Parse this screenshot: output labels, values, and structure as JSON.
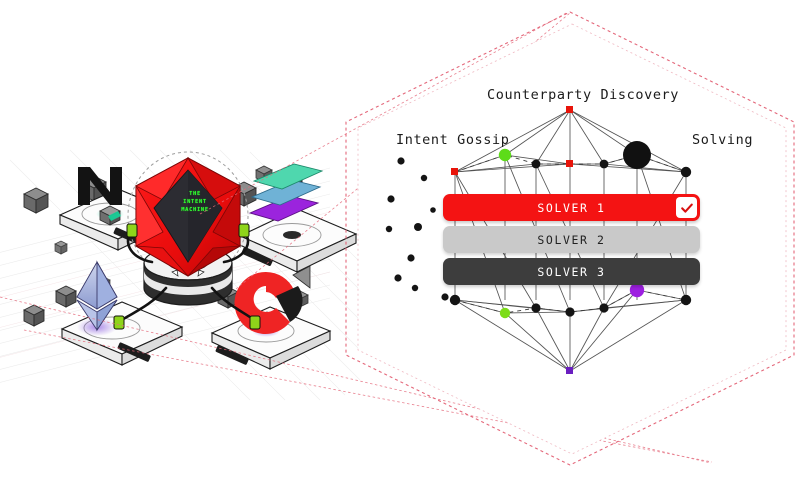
{
  "scene": {
    "title": "The Intent Machine — Counterparty Discovery / Solving diagram",
    "background": "#ffffff"
  },
  "machine": {
    "label_line1": "THE",
    "label_line2": "INTENT",
    "label_line3": "MACHINE",
    "label_color": "#33ff33",
    "body_color": "#f11212"
  },
  "chains": [
    {
      "id": "near",
      "name": "near-logo",
      "position": "top-left",
      "color": "#1f1f1f"
    },
    {
      "id": "layers",
      "name": "stacked-layers",
      "position": "top-right",
      "colors": [
        "#4ddbb0",
        "#6fb7d8",
        "#a23be0"
      ]
    },
    {
      "id": "ethereum",
      "name": "ethereum-logo",
      "position": "bottom-left",
      "color": "#8f9fd4"
    },
    {
      "id": "osmosis",
      "name": "osmosis-logo",
      "position": "bottom-right",
      "color": "#ee2222"
    }
  ],
  "network": {
    "labels": {
      "counterparty": "Counterparty Discovery",
      "gossip": "Intent Gossip",
      "solving": "Solving"
    },
    "colors": {
      "node_default": "#111111",
      "node_red": "#e8140a",
      "node_green": "#5ddc19",
      "node_purple": "#9d1fe0",
      "edge": "#555555",
      "hex_outline": "#e86b7a"
    }
  },
  "solvers": [
    {
      "id": "solver-1",
      "label": "SOLVER 1",
      "selected": true,
      "bg": "#f41313",
      "fg": "#ffffff",
      "check_icon": "check-icon"
    },
    {
      "id": "solver-2",
      "label": "SOLVER 2",
      "selected": false,
      "bg": "#c9c9c9",
      "fg": "#222222"
    },
    {
      "id": "solver-3",
      "label": "SOLVER 3",
      "selected": false,
      "bg": "#3d3d3d",
      "fg": "#ffffff"
    }
  ]
}
